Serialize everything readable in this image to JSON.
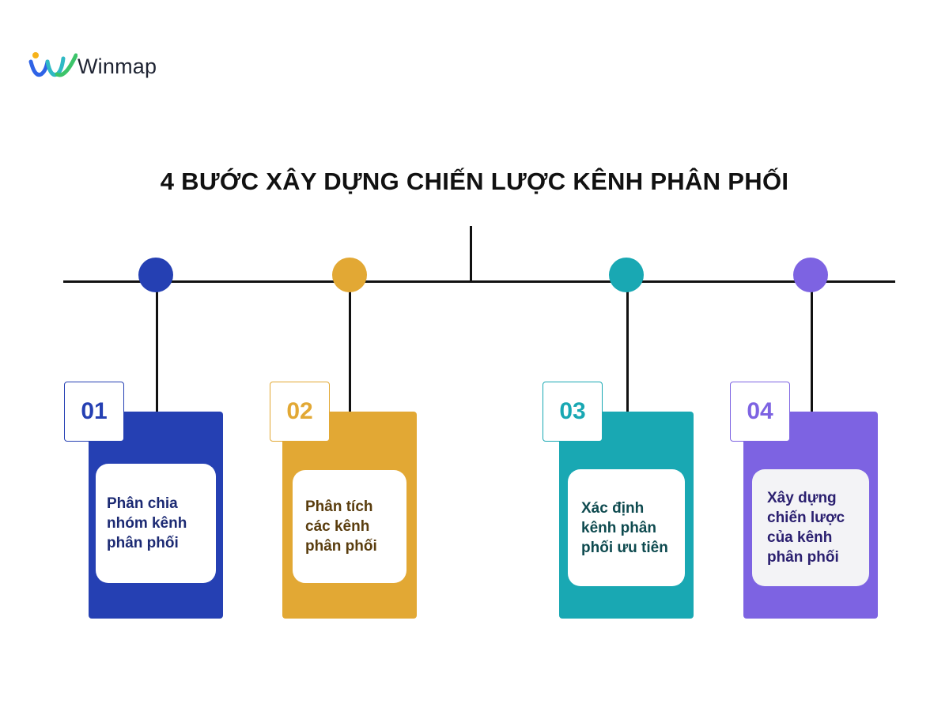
{
  "brand": {
    "name": "Winmap"
  },
  "title": "4 BƯỚC XÂY DỰNG CHIẾN LƯỢC KÊNH PHÂN PHỐI",
  "steps": [
    {
      "number": "01",
      "text": "Phân chia\nnhóm kênh\nphân phối",
      "color": "#2540b3",
      "text_color": "#1c2a73"
    },
    {
      "number": "02",
      "text": "Phân tích\ncác kênh\nphân phối",
      "color": "#e2a834",
      "text_color": "#5a3d0e"
    },
    {
      "number": "03",
      "text": "Xác định\nkênh phân\nphối ưu tiên",
      "color": "#19a8b3",
      "text_color": "#0e4a4f"
    },
    {
      "number": "04",
      "text": "Xây dựng\nchiến lược\ncủa  kênh\nphân phối",
      "color": "#7d63e2",
      "text_color": "#2b2070"
    }
  ]
}
